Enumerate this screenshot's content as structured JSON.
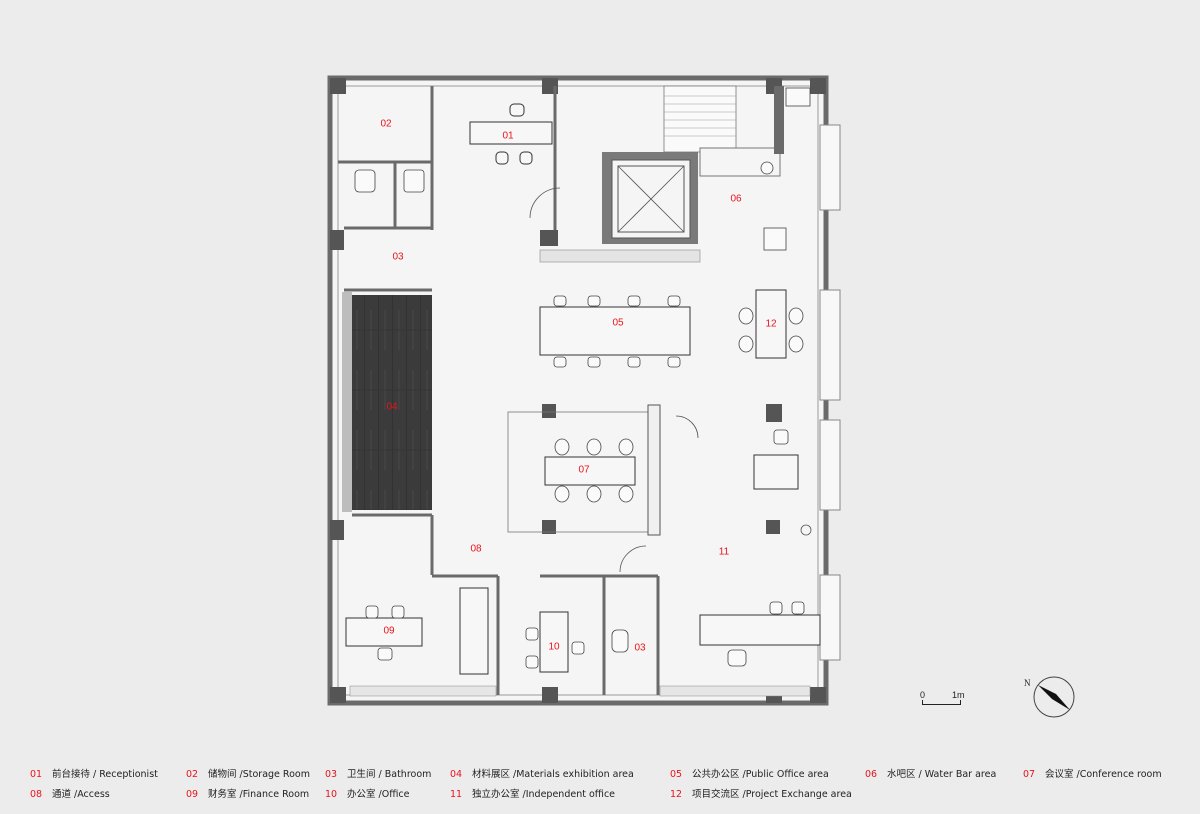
{
  "rooms": {
    "r01": "01",
    "r02": "02",
    "r03a": "03",
    "r03b": "03",
    "r04": "04",
    "r05": "05",
    "r06": "06",
    "r07": "07",
    "r08": "08",
    "r09": "09",
    "r10": "10",
    "r11": "11",
    "r12": "12"
  },
  "legend": [
    {
      "num": "01",
      "label": "前台接待 / Receptionist"
    },
    {
      "num": "02",
      "label": "储物间 /Storage Room"
    },
    {
      "num": "03",
      "label": "卫生间 / Bathroom"
    },
    {
      "num": "04",
      "label": "材料展区 /Materials exhibition area"
    },
    {
      "num": "05",
      "label": "公共办公区 /Public Office area"
    },
    {
      "num": "06",
      "label": "水吧区 / Water Bar area"
    },
    {
      "num": "07",
      "label": "会议室 /Conference room"
    },
    {
      "num": "08",
      "label": "通道 /Access"
    },
    {
      "num": "09",
      "label": "财务室 /Finance Room"
    },
    {
      "num": "10",
      "label": "办公室 /Office"
    },
    {
      "num": "11",
      "label": "独立办公室 /Independent office"
    },
    {
      "num": "12",
      "label": "项目交流区 /Project Exchange area"
    }
  ],
  "scale": {
    "zero": "0",
    "unit": "1m"
  },
  "north": {
    "label": "N"
  },
  "colors": {
    "label_red": "#e8141c",
    "wall": "#6a6a6a",
    "column": "#555555",
    "floor": "#f5f5f5",
    "background": "#ececec",
    "exhibition_floor": "#3a3a3a"
  }
}
